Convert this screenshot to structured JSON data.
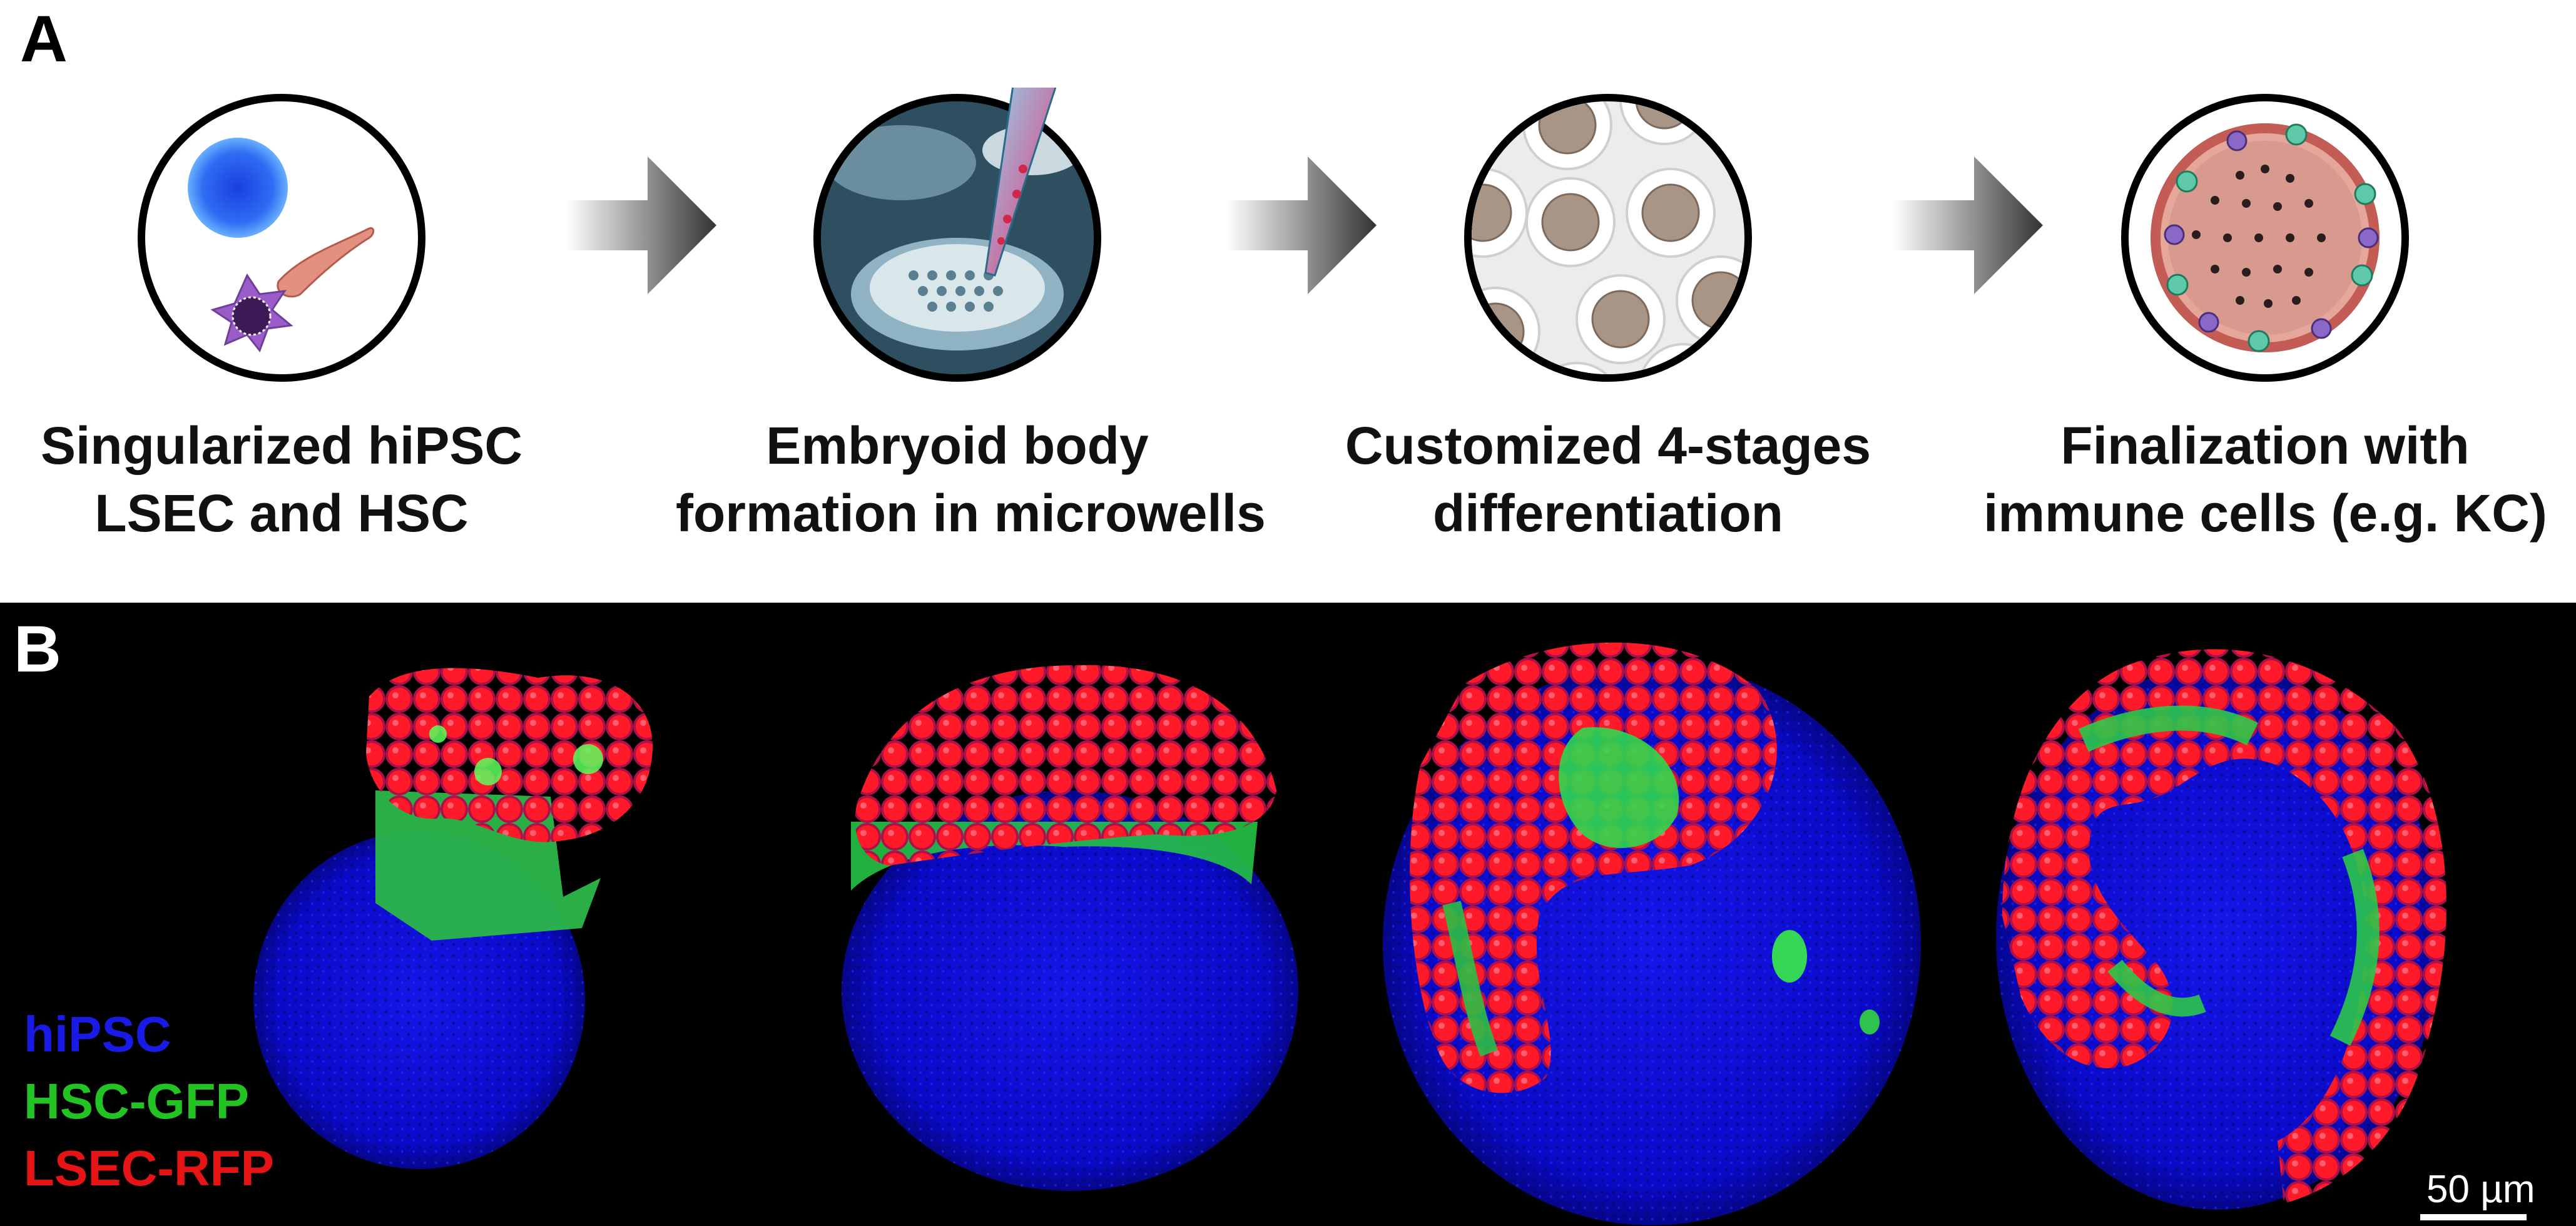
{
  "panels": {
    "a_label": "A",
    "b_label": "B"
  },
  "steps": [
    {
      "line1": "Singularized hiPSC",
      "line2": "LSEC and HSC",
      "icon": "cell-types-icon"
    },
    {
      "line1": "Embryoid body",
      "line2": "formation in microwells",
      "icon": "microwell-plate-pipette-icon"
    },
    {
      "line1": "Customized 4-stages",
      "line2": "differentiation",
      "icon": "microwell-spheroids-icon"
    },
    {
      "line1": "Finalization with",
      "line2": "immune cells (e.g. KC)",
      "icon": "liver-organoid-icon"
    }
  ],
  "legend": [
    {
      "label": "hiPSC",
      "color": "#1a1ae6"
    },
    {
      "label": "HSC-GFP",
      "color": "#22c322"
    },
    {
      "label": "LSEC-RFP",
      "color": "#e61414"
    }
  ],
  "scale_bar": {
    "label": "50 µm"
  },
  "colors": {
    "nuclei_blue": "#1010e0",
    "gfp_green": "#30d030",
    "rfp_red": "#ff1a2a",
    "arrow_dark": "#333333"
  }
}
